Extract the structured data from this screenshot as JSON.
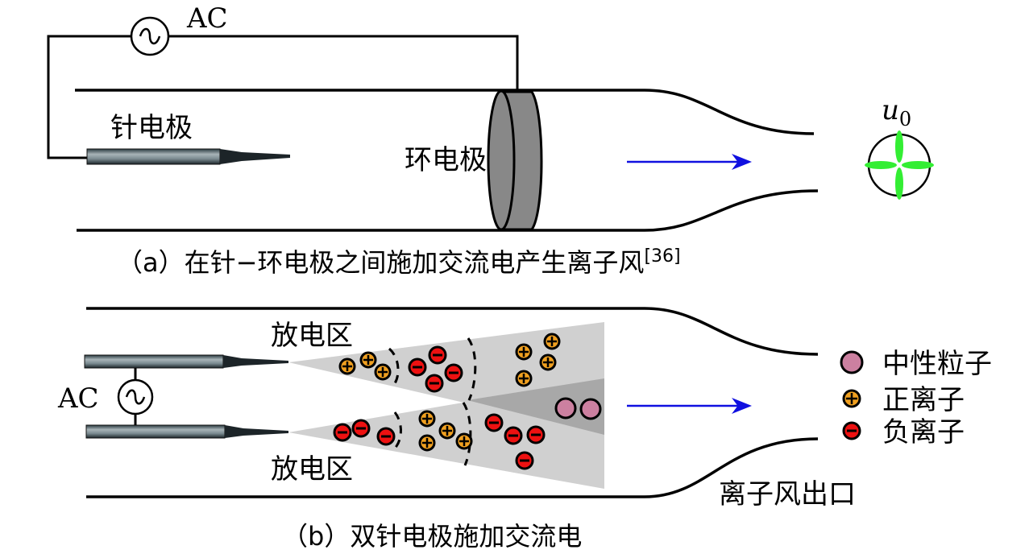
{
  "panel_a": {
    "ac_label": "AC",
    "needle_label": "针电极",
    "ring_label": "环电极",
    "velocity_label": "u",
    "velocity_subscript": "0",
    "caption": "（a）在针−环电极之间施加交流电产生离子风",
    "caption_ref": "[36]",
    "colors": {
      "ring": "#888888",
      "arrow": "#1010e0",
      "fan": "#33ee33"
    }
  },
  "panel_b": {
    "ac_label": "AC",
    "discharge_zone_top": "放电区",
    "discharge_zone_bottom": "放电区",
    "outlet_label": "离子风出口",
    "caption": "（b）双针电极施加交流电",
    "legend": [
      {
        "symbol": "neutral-particle",
        "label": "中性粒子",
        "color": "#cc80a0"
      },
      {
        "symbol": "positive-ion",
        "label": "正离子",
        "color": "#f0a020"
      },
      {
        "symbol": "negative-ion",
        "label": "负离子",
        "color": "#ee1111"
      }
    ],
    "colors": {
      "cone": "#d0d0d0",
      "overlap": "#a8a8a8",
      "arrow": "#1010e0"
    }
  }
}
